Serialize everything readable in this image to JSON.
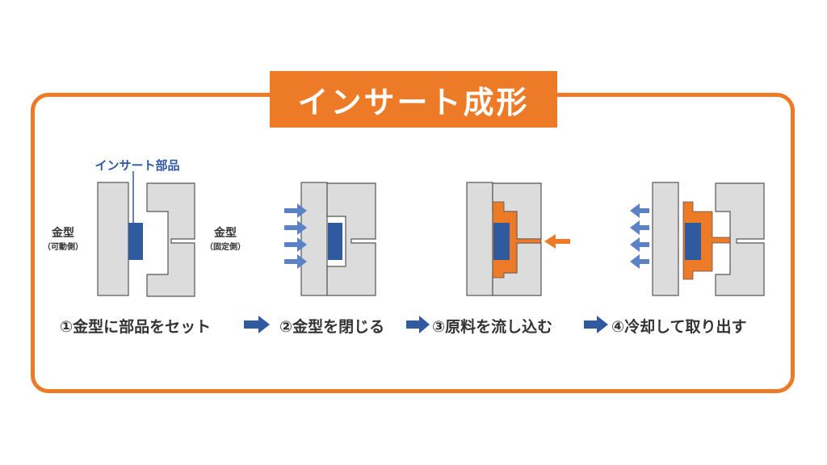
{
  "title": "インサート成形",
  "labels": {
    "insert_part": "インサート部品",
    "mold_left": "金型",
    "mold_left_sub": "（可動側）",
    "mold_right": "金型",
    "mold_right_sub": "（固定側）"
  },
  "steps": [
    {
      "label": "①金型に部品をセット"
    },
    {
      "label": "②金型を閉じる"
    },
    {
      "label": "③原料を流し込む"
    },
    {
      "label": "④冷却して取り出す"
    }
  ],
  "colors": {
    "accent": "#ec7a26",
    "insert": "#2f5aa0",
    "arrow": "#5b82c5",
    "mold_fill": "#dcdcdc",
    "mold_stroke": "#555555"
  }
}
